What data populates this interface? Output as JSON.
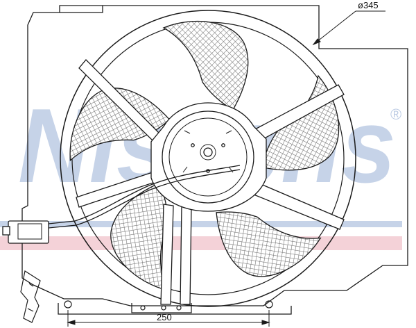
{
  "diagram": {
    "dimensions": {
      "diameter": "ø345",
      "width": "250"
    }
  },
  "watermark": {
    "brand": "Nissens",
    "registered": "®"
  },
  "colors": {
    "line": "#1a1a1a",
    "watermark_blue": "#b9c9e2",
    "watermark_red": "#f1c9d0",
    "mesh": "#8a8a8a"
  }
}
